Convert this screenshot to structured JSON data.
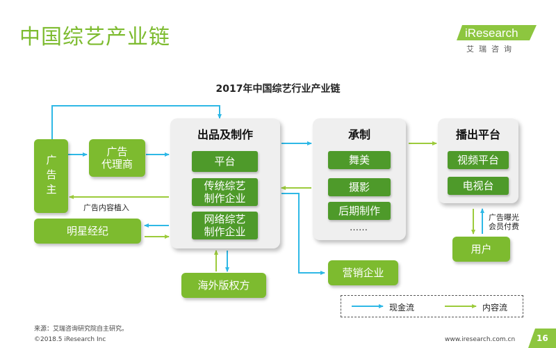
{
  "header": {
    "title": "中国综艺产业链",
    "logo_text": "iResearch",
    "logo_sub": "艾瑞咨询"
  },
  "diagram": {
    "title": "2017年中国综艺行业产业链",
    "advertiser": "广告主",
    "ad_agency": "广告\n代理商",
    "star_agency": "明星经纪",
    "ad_placement_label": "广告内容植入",
    "production": {
      "title": "出品及制作",
      "items": [
        "平台",
        "传统综艺\n制作企业",
        "网络综艺\n制作企业"
      ]
    },
    "overseas_rights": "海外版权方",
    "contracting": {
      "title": "承制",
      "items": [
        "舞美",
        "摄影",
        "后期制作"
      ],
      "more": "……"
    },
    "marketing": "营销企业",
    "broadcast": {
      "title": "播出平台",
      "items": [
        "视频平台",
        "电视台"
      ]
    },
    "user": "用户",
    "user_label": "广告曝光\n会员付费",
    "legend": {
      "cash_flow": "现金流",
      "content_flow": "内容流"
    },
    "colors": {
      "cash_flow": "#2eb8e6",
      "content_flow": "#9ccb3b",
      "box_green": "#7dbb2f",
      "box_dark_green": "#4e9a2a"
    }
  },
  "footer": {
    "source": "来源：艾瑞咨询研究院自主研究。",
    "copyright": "©2018.5 iResearch Inc",
    "url": "www.iresearch.com.cn",
    "page": "16"
  }
}
